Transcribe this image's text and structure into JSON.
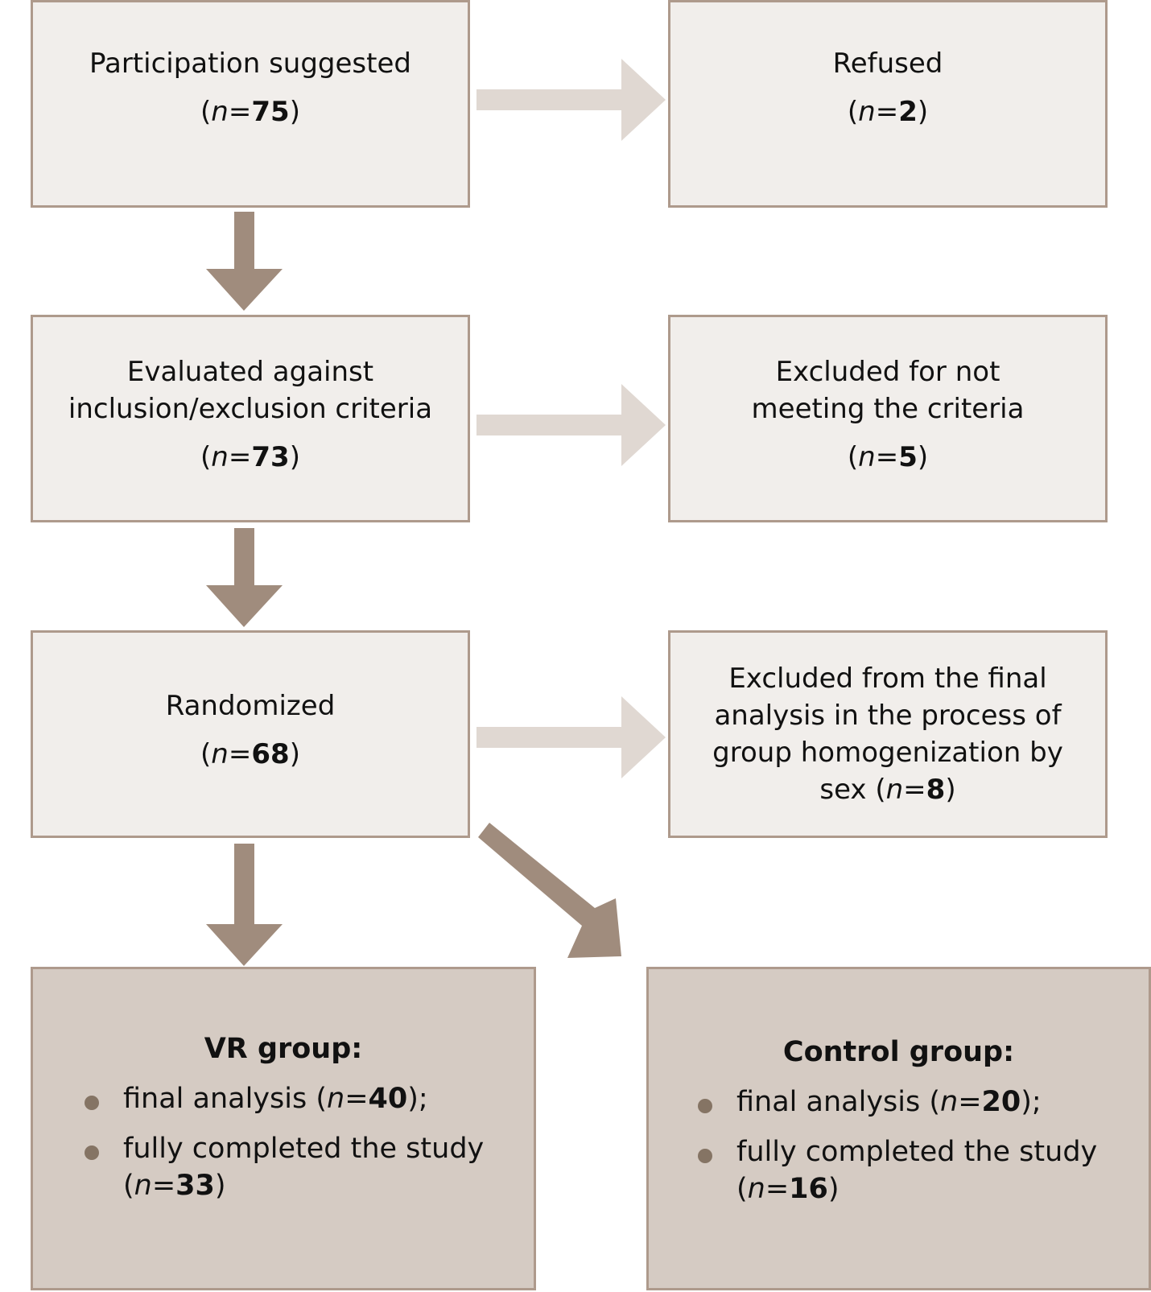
{
  "flow": {
    "suggested": {
      "label": "Participation suggested",
      "n": "n",
      "value": "75"
    },
    "refused": {
      "label": "Refused",
      "n": "n",
      "value": "2"
    },
    "evaluated": {
      "line1": "Evaluated against",
      "line2": "inclusion/exclusion criteria",
      "n": "n",
      "value": "73"
    },
    "excluded_criteria": {
      "line1": "Excluded for not",
      "line2": "meeting the criteria",
      "n": "n",
      "value": "5"
    },
    "randomized": {
      "label": "Randomized",
      "n": "n",
      "value": "68"
    },
    "excluded_final": {
      "line1": "Excluded from the final",
      "line2": "analysis in the process of",
      "line3": "group homogenization by",
      "line4_prefix": "sex",
      "n": "n",
      "value": "8"
    },
    "vr_group": {
      "title": "VR group:",
      "item1_label": "final analysis",
      "item1_n": "n",
      "item1_value": "40",
      "item2_line1": "fully completed the study",
      "item2_n": "n",
      "item2_value": "33"
    },
    "control_group": {
      "title": "Control group:",
      "item1_label": "final analysis",
      "item1_n": "n",
      "item1_value": "20",
      "item2_line1": "fully completed the study",
      "item2_n": "n",
      "item2_value": "16"
    }
  },
  "colors": {
    "box_fill": "#f1eeeb",
    "box_border": "#ae9a8c",
    "group_fill": "#d5cbc3",
    "arrow_dark": "#a08c7d",
    "arrow_light": "#e0d8d2",
    "bullet": "#857464"
  }
}
